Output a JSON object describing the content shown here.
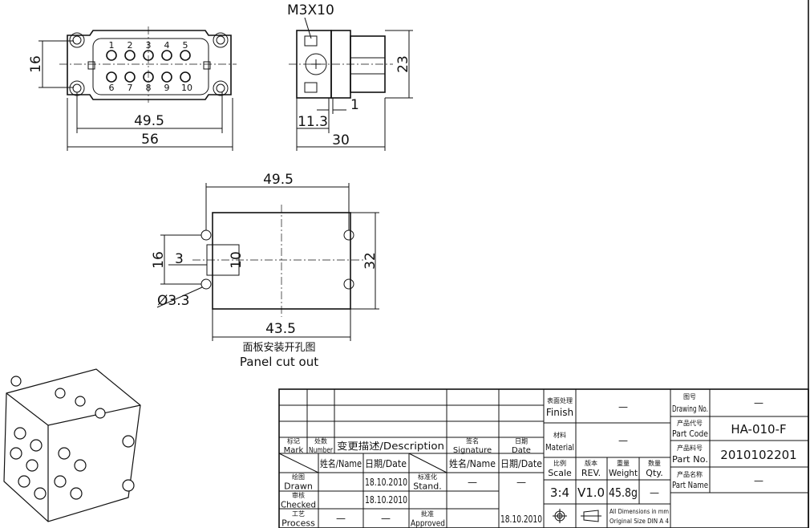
{
  "front_view": {
    "pin_labels": [
      "1",
      "2",
      "3",
      "4",
      "5",
      "6",
      "7",
      "8",
      "9",
      "10"
    ],
    "dim_height": "16",
    "dim_screw_spacing": "49.5",
    "dim_width": "56"
  },
  "side_view": {
    "screw_label": "M3X10",
    "dim_height": "23",
    "dim_offset": "1",
    "dim_flange": "11.3",
    "dim_depth": "30"
  },
  "panel_cutout": {
    "dim_hole_spacing": "49.5",
    "dim_height": "32",
    "dim_hole_vertical": "16",
    "dim_slot_width": "3",
    "dim_slot_height": "10",
    "dim_hole_diameter": "Ø3.3",
    "dim_cut_width": "43.5",
    "caption_cn": "面板安装开孔图",
    "caption_en": "Panel cut out"
  },
  "title_block": {
    "mark": [
      "标记",
      "Mark"
    ],
    "number": [
      "处数",
      "Number"
    ],
    "description": "变更描述/Description",
    "signature": [
      "签名",
      "Signature"
    ],
    "date": [
      "日期",
      "Date"
    ],
    "name_col": "姓名/Name",
    "date_col": "日期/Date",
    "name_col2": "姓名/Name",
    "date_col2": "日期/Date",
    "drawn": [
      "绘图",
      "Drawn"
    ],
    "drawn_date": "18.10.2010",
    "checked": [
      "审核",
      "Checked"
    ],
    "checked_date": "18.10.2010",
    "process": [
      "工艺",
      "Process"
    ],
    "process_name": "—",
    "process_date": "—",
    "stand": [
      "标准化",
      "Stand."
    ],
    "stand_name": "—",
    "stand_date": "—",
    "approved": [
      "批准",
      "Approved"
    ],
    "approved_date": "18.10.2010",
    "finish": [
      "表面处理",
      "Finish"
    ],
    "finish_value": "—",
    "material": [
      "材料",
      "Material"
    ],
    "material_value": "—",
    "scale": [
      "比例",
      "Scale"
    ],
    "scale_value": "3:4",
    "rev": [
      "版本",
      "REV."
    ],
    "rev_value": "V1.0",
    "weight": [
      "重量",
      "Weight"
    ],
    "weight_value": "45.8g",
    "qty": [
      "数量",
      "Qty."
    ],
    "qty_value": "—",
    "dims_note": [
      "All Dimensions in mm",
      "Original Size DIN A 4"
    ],
    "drawing_no": [
      "图号",
      "Drawing No."
    ],
    "drawing_no_value": "—",
    "part_code": [
      "产品代号",
      "Part Code"
    ],
    "part_code_value": "HA-010-F",
    "part_no": [
      "产品料号",
      "Part No."
    ],
    "part_no_value": "2010102201",
    "part_name": [
      "产品名称",
      "Part Name"
    ],
    "part_name_value": "—"
  }
}
